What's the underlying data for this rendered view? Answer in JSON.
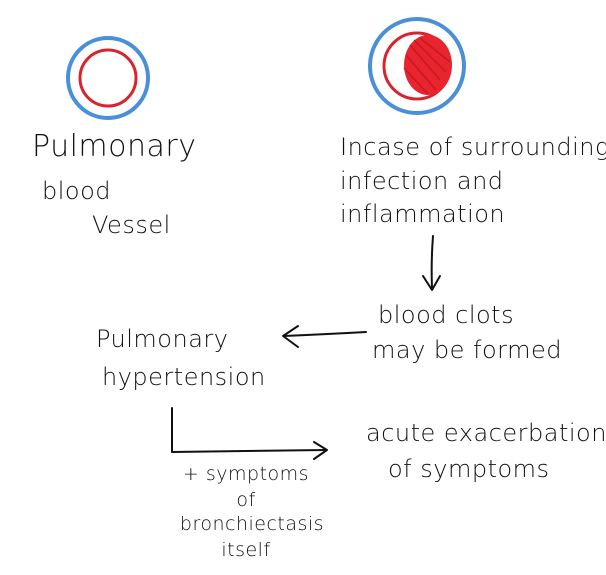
{
  "colors": {
    "outer_ring": "#4a90d9",
    "inner_ring": "#d9232e",
    "clot_fill": "#e8252f",
    "ink": "#111111"
  },
  "left_vessel": {
    "line1": "Pulmonary",
    "line2": "blood",
    "line3": "Vessel"
  },
  "right_vessel": {
    "line1": "Incase of surrounding",
    "line2": "infection and",
    "line3": "inflammation"
  },
  "clots": {
    "line1": "blood clots",
    "line2": "may be formed"
  },
  "hypertension": {
    "line1": "Pulmonary",
    "line2": "hypertension"
  },
  "exacerbation": {
    "line1": "acute exacerbation",
    "line2": "of symptoms"
  },
  "bronchiectasis": {
    "line1": "+ symptoms",
    "line2": "of",
    "line3": "bronchiectasis",
    "line4": "itself"
  }
}
